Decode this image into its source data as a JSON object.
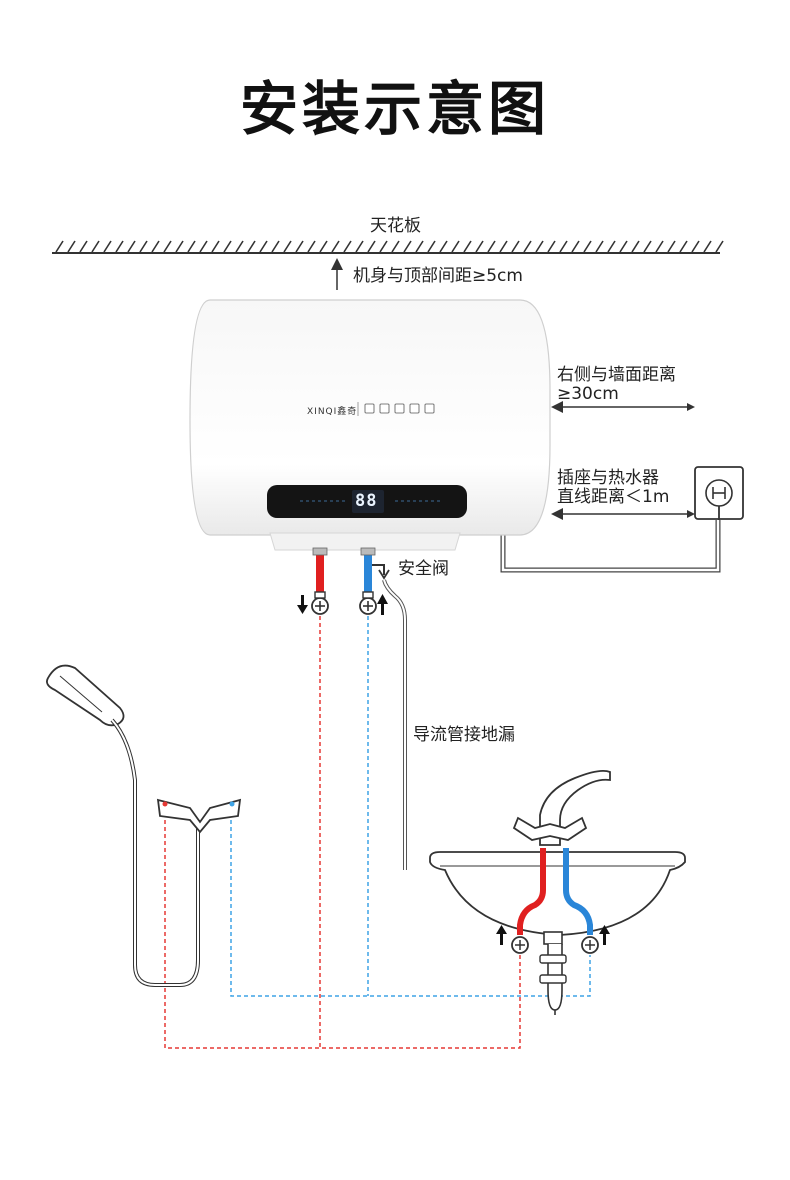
{
  "title": "安装示意图",
  "labels": {
    "ceiling": "天花板",
    "top_gap": "机身与顶部间距≥5cm",
    "right_gap_line1": "右侧与墙面距离",
    "right_gap_line2": "≥30cm",
    "socket_line1": "插座与热水器",
    "socket_line2": "直线距离＜1m",
    "safety_valve": "安全阀",
    "drain": "导流管接地漏"
  },
  "heater": {
    "brand": "XINQI鑫奇",
    "display": "88"
  },
  "colors": {
    "hot_pipe": "#e02020",
    "cold_pipe": "#2a86d8",
    "hot_line": "#e53935",
    "cold_line": "#3fa4e6",
    "outline": "#333333"
  }
}
